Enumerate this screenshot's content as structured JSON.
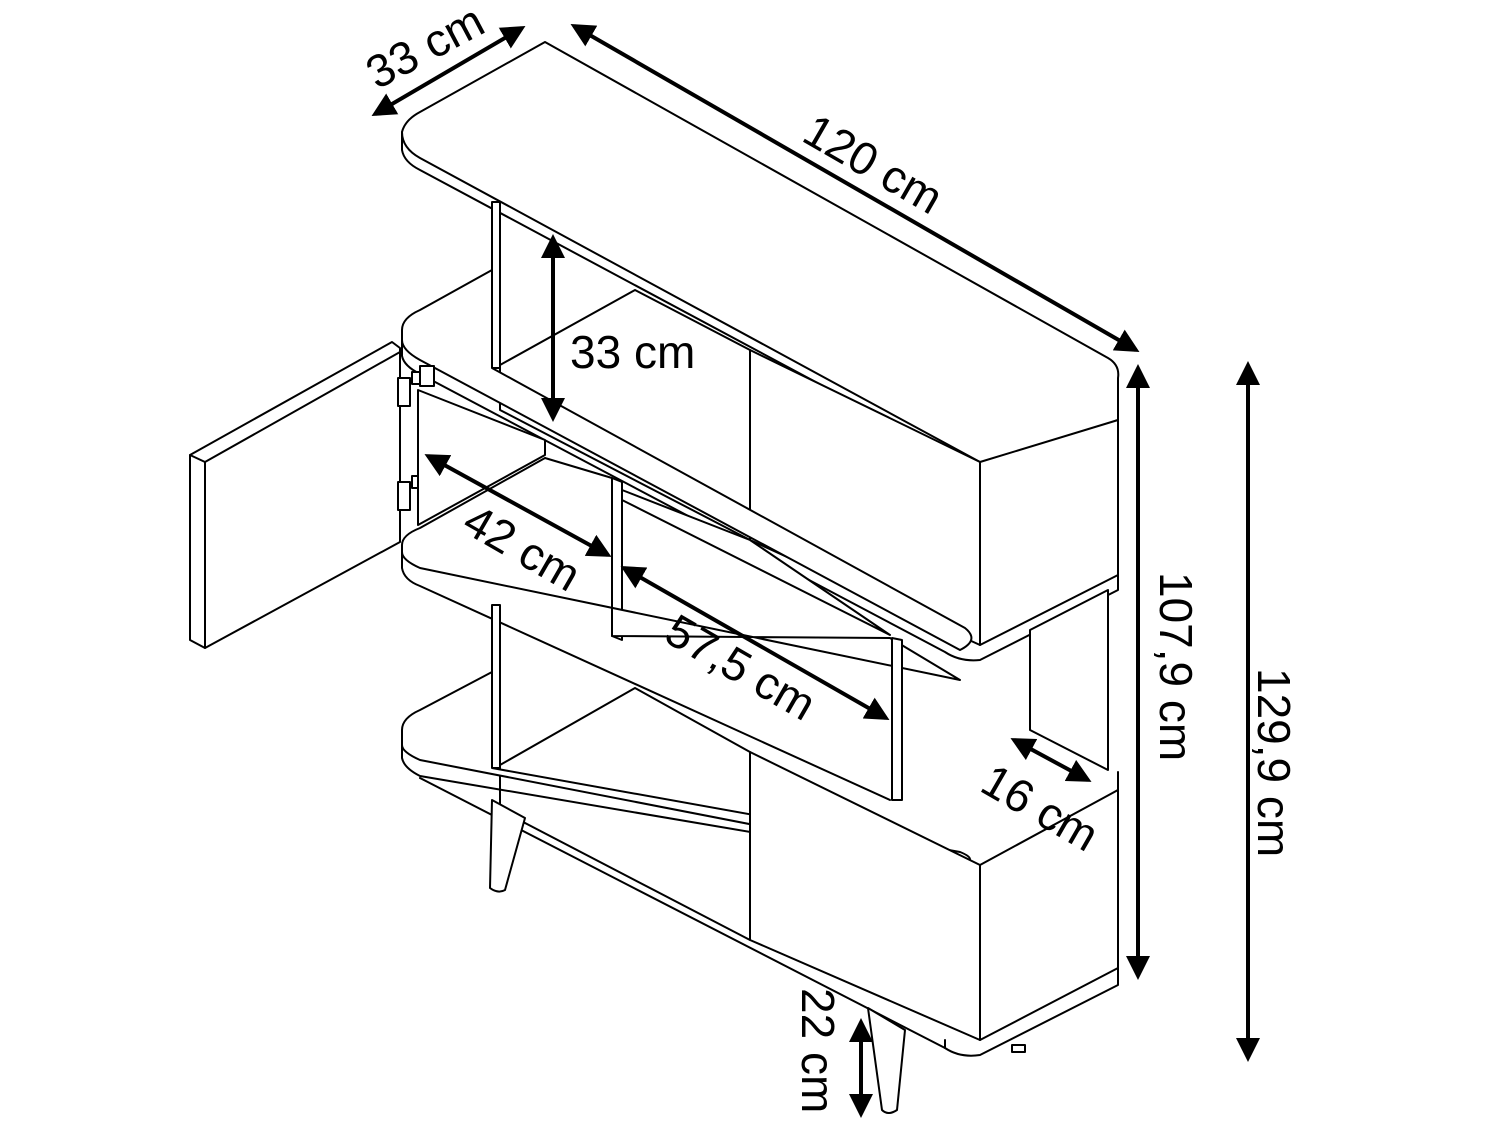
{
  "dimensions": {
    "depth_top": "33 cm",
    "width": "120 cm",
    "shelf_height": "33 cm",
    "shelf_depth": "42 cm",
    "compartment_width": "57,5 cm",
    "inner_depth": "16 cm",
    "body_height": "107,9 cm",
    "total_height": "129,9 cm",
    "leg_height": "22 cm"
  }
}
